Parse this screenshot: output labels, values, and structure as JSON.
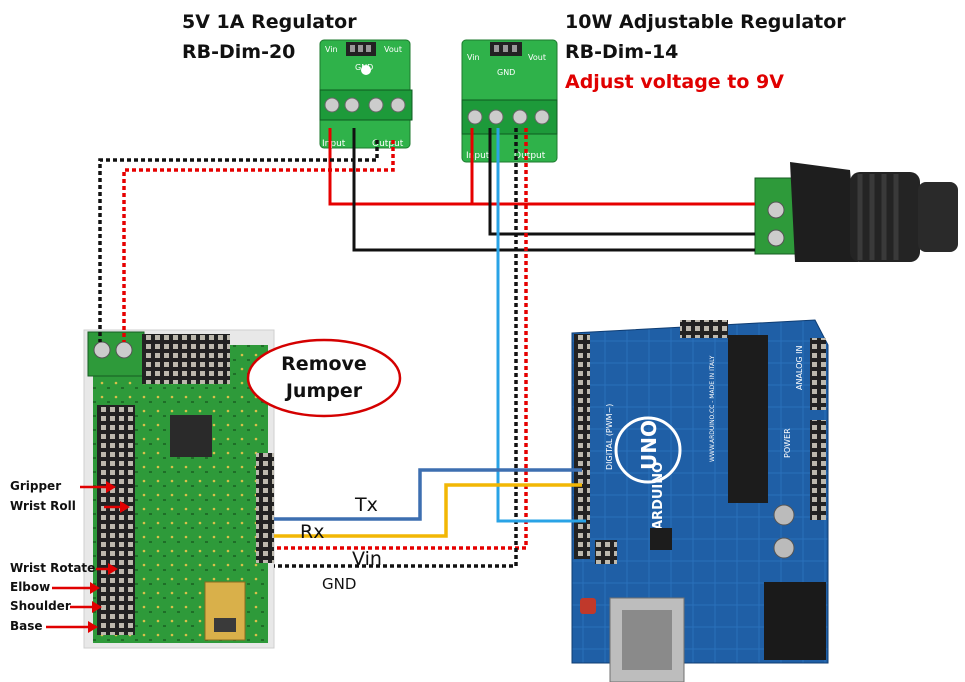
{
  "regulator_5v": {
    "title": "5V 1A Regulator",
    "model": "RB-Dim-20",
    "pins_top": [
      "Vin",
      "GND",
      "Vout"
    ],
    "pins_bottom": [
      "Input",
      "Output"
    ]
  },
  "regulator_10w": {
    "title": "10W Adjustable Regulator",
    "model": "RB-Dim-14",
    "note": "Adjust voltage to 9V",
    "pins_top": [
      "Vin",
      "GND",
      "Vout"
    ],
    "pins_bottom": [
      "Input",
      "Output"
    ]
  },
  "servo_controller": {
    "jumper_note_line1": "Remove",
    "jumper_note_line2": "Jumper",
    "servo_labels": [
      "Gripper",
      "Wrist Roll",
      "Wrist Rotate",
      "Elbow",
      "Shoulder",
      "Base"
    ]
  },
  "signals": {
    "tx": "Tx",
    "rx": "Rx",
    "vin": "Vin",
    "gnd": "GND"
  },
  "arduino": {
    "board_name": "UNO",
    "brand": "ARDUINO",
    "header_digital": "DIGITAL (PWM~)",
    "header_analog": "ANALOG IN",
    "header_power": "POWER",
    "site": "WWW.ARDUINO.CC - MADE IN ITALY"
  },
  "colors": {
    "power_red": "#e60000",
    "ground_black": "#111111",
    "tx_blue": "#3d6fb0",
    "rx_yellow": "#f2b705",
    "arduino_5v_cyan": "#29a3e6",
    "pcb_green": "#2e9a3a",
    "arduino_blue": "#1f5fa6"
  },
  "icons": [
    "dc-barrel-jack",
    "screw-terminal",
    "usb-b-port",
    "atmega-chip",
    "mini-usb-port"
  ]
}
